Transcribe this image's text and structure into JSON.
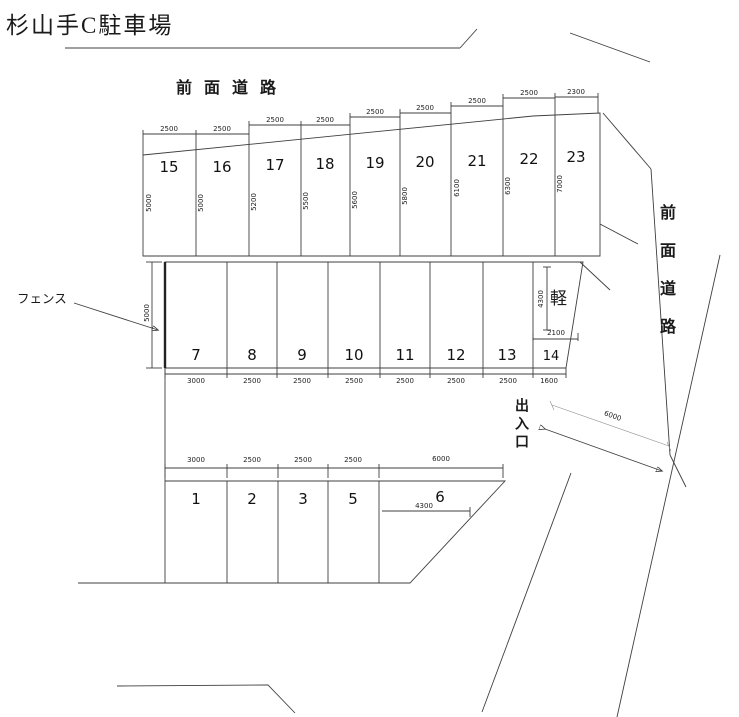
{
  "title": "杉山手C駐車場",
  "roads": {
    "top_label": "前面道路",
    "right_label": "前面道路"
  },
  "fence_label": "フェンス",
  "entrance": {
    "label": "出入口",
    "road_dim": "6000"
  },
  "top_row": {
    "spaces": [
      {
        "number": "15",
        "width": "2500",
        "depth": "5000"
      },
      {
        "number": "16",
        "width": "2500",
        "depth": "5000"
      },
      {
        "number": "17",
        "width": "2500",
        "depth": "5200"
      },
      {
        "number": "18",
        "width": "2500",
        "depth": "5500"
      },
      {
        "number": "19",
        "width": "2500",
        "depth": "5600"
      },
      {
        "number": "20",
        "width": "2500",
        "depth": "5800"
      },
      {
        "number": "21",
        "width": "2500",
        "depth": "6100"
      },
      {
        "number": "22",
        "width": "2500",
        "depth": "6300"
      },
      {
        "number": "23",
        "width": "2300",
        "depth": "7000"
      }
    ]
  },
  "middle_row": {
    "depth": "5000",
    "kei_label": "軽",
    "kei_depth": "4300",
    "space14_top_width": "2100",
    "spaces": [
      {
        "number": "7",
        "width": "3000"
      },
      {
        "number": "8",
        "width": "2500"
      },
      {
        "number": "9",
        "width": "2500"
      },
      {
        "number": "10",
        "width": "2500"
      },
      {
        "number": "11",
        "width": "2500"
      },
      {
        "number": "12",
        "width": "2500"
      },
      {
        "number": "13",
        "width": "2500"
      },
      {
        "number": "14",
        "width": "1600"
      }
    ]
  },
  "bottom_row": {
    "space6_inner_dim": "4300",
    "spaces": [
      {
        "number": "1",
        "width": "3000"
      },
      {
        "number": "2",
        "width": "2500"
      },
      {
        "number": "3",
        "width": "2500"
      },
      {
        "number": "5",
        "width": "2500"
      },
      {
        "number": "6",
        "width": "6000"
      }
    ]
  }
}
